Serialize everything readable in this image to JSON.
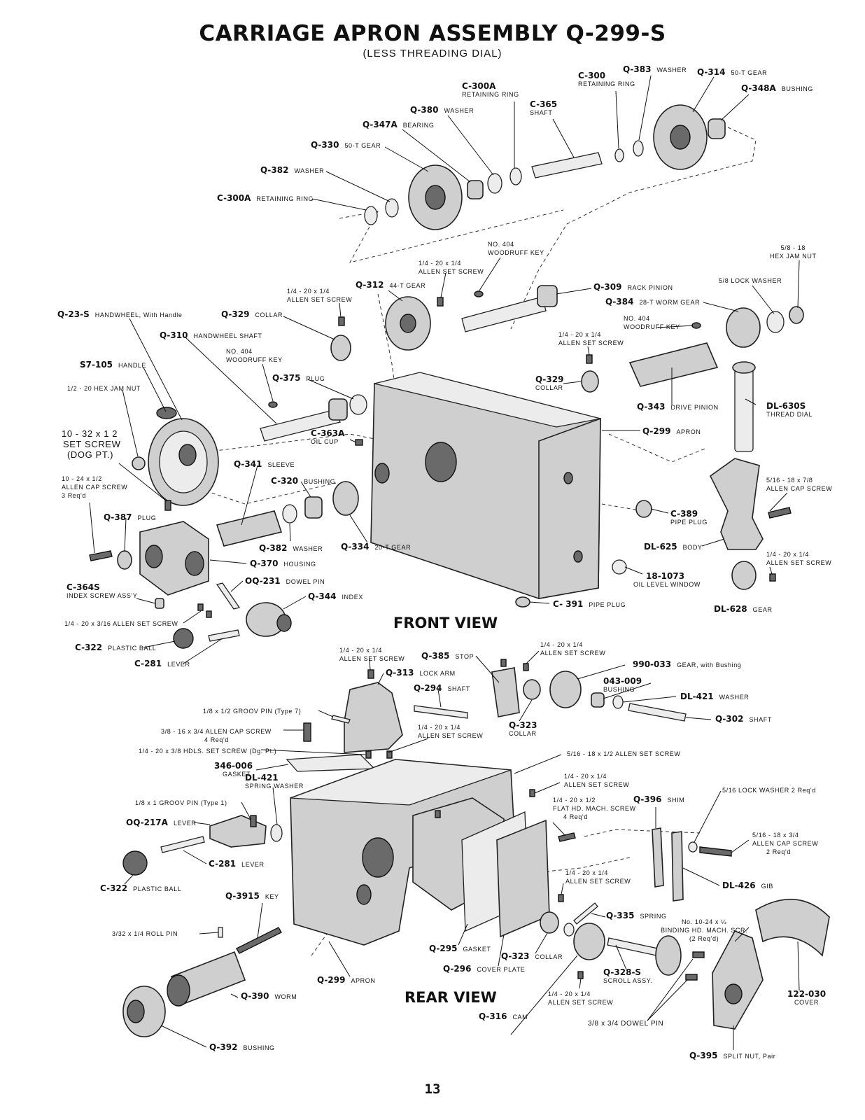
{
  "page": {
    "title": "CARRIAGE APRON ASSEMBLY Q-299-S",
    "subtitle": "(LESS THREADING DIAL)",
    "front_view_title": "FRONT VIEW",
    "rear_view_title": "REAR VIEW",
    "page_number": "13"
  },
  "front_labels": [
    {
      "code": "C-300A",
      "lines": [
        "RETAINING RING"
      ]
    },
    {
      "code": "C-300",
      "lines": [
        "RETAINING RING"
      ]
    },
    {
      "code": "Q-383",
      "desc": "WASHER"
    },
    {
      "code": "Q-314",
      "desc": "50-T GEAR"
    },
    {
      "code": "Q-348A",
      "desc": "BUSHING"
    },
    {
      "code": "C-365",
      "lines": [
        "SHAFT"
      ]
    },
    {
      "code": "Q-380",
      "desc": "WASHER"
    },
    {
      "code": "Q-347A",
      "desc": "BEARING"
    },
    {
      "code": "Q-330",
      "desc": "50-T GEAR"
    },
    {
      "code": "Q-382",
      "desc": "WASHER"
    },
    {
      "code": "C-300A",
      "desc": "RETAINING RING"
    },
    {
      "code": "",
      "lines": [
        "NO. 404",
        "WOODRUFF KEY"
      ]
    },
    {
      "code": "",
      "lines": [
        "5/8 - 18",
        "HEX JAM NUT"
      ]
    },
    {
      "code": "",
      "lines": [
        "1/4 - 20 x 1/4",
        "ALLEN SET SCREW"
      ]
    },
    {
      "code": "Q-312",
      "desc": "44-T GEAR"
    },
    {
      "code": "Q-309",
      "desc": "RACK PINION"
    },
    {
      "code": "",
      "lines": [
        "5/8  LOCK WASHER"
      ]
    },
    {
      "code": "",
      "lines": [
        "1/4 - 20 x 1/4",
        "ALLEN SET SCREW"
      ]
    },
    {
      "code": "Q-384",
      "desc": "28-T WORM GEAR"
    },
    {
      "code": "Q-23-S",
      "desc": "HANDWHEEL, With Handle"
    },
    {
      "code": "Q-329",
      "desc": "COLLAR"
    },
    {
      "code": "",
      "lines": [
        "NO. 404",
        "WOODRUFF KEY"
      ]
    },
    {
      "code": "Q-310",
      "desc": "HANDWHEEL SHAFT"
    },
    {
      "code": "",
      "lines": [
        "1/4 - 20 x 1/4",
        "ALLEN SET SCREW"
      ]
    },
    {
      "code": "",
      "lines": [
        "NO. 404",
        "WOODRUFF KEY"
      ]
    },
    {
      "code": "S7-105",
      "desc": "HANDLE"
    },
    {
      "code": "Q-329",
      "lines": [
        "COLLAR"
      ]
    },
    {
      "code": "Q-375",
      "desc": "PLUG"
    },
    {
      "code": "",
      "lines": [
        "1/2 - 20   HEX JAM NUT"
      ]
    },
    {
      "code": "Q-343",
      "desc": "DRIVE PINION"
    },
    {
      "code": "DL-630S",
      "lines": [
        "THREAD DIAL"
      ]
    },
    {
      "code": "",
      "big": [
        "10 - 32 x 1  2",
        "SET SCREW",
        "(DOG PT.)"
      ]
    },
    {
      "code": "C-363A",
      "lines": [
        "OIL CUP"
      ]
    },
    {
      "code": "Q-299",
      "desc": "APRON"
    },
    {
      "code": "",
      "lines": [
        "10 - 24 x 1/2",
        "ALLEN CAP SCREW",
        "3 Req'd"
      ]
    },
    {
      "code": "Q-341",
      "desc": "SLEEVE"
    },
    {
      "code": "C-320",
      "desc": "BUSHING"
    },
    {
      "code": "",
      "lines": [
        "5/16 - 18 x 7/8",
        "ALLEN CAP SCREW"
      ]
    },
    {
      "code": "C-389",
      "lines": [
        "PIPE PLUG"
      ]
    },
    {
      "code": "Q-387",
      "desc": "PLUG"
    },
    {
      "code": "Q-382",
      "desc": "WASHER"
    },
    {
      "code": "Q-334",
      "desc": "20-T GEAR"
    },
    {
      "code": "DL-625",
      "desc": "BODY"
    },
    {
      "code": "",
      "lines": [
        "1/4 - 20 x 1/4",
        "ALLEN SET SCREW"
      ]
    },
    {
      "code": "Q-370",
      "desc": "HOUSING"
    },
    {
      "code": "OQ-231",
      "desc": "DOWEL PIN"
    },
    {
      "code": "18-1073",
      "lines": [
        "OIL LEVEL WINDOW"
      ]
    },
    {
      "code": "C-364S",
      "lines": [
        "INDEX SCREW ASS'Y"
      ]
    },
    {
      "code": "Q-344",
      "desc": "INDEX"
    },
    {
      "code": "C- 391",
      "desc": "PIPE PLUG"
    },
    {
      "code": "DL-628",
      "desc": "GEAR"
    },
    {
      "code": "",
      "lines": [
        "1/4 - 20 x 3/16  ALLEN SET SCREW"
      ]
    },
    {
      "code": "C-322",
      "desc": "PLASTIC BALL"
    },
    {
      "code": "C-281",
      "desc": "LEVER"
    }
  ],
  "rear_labels": [
    {
      "code": "",
      "lines": [
        "1/4 - 20 x 1/4",
        "ALLEN SET SCREW"
      ]
    },
    {
      "code": "",
      "lines": [
        "1/4 - 20 x 1/4",
        "ALLEN SET SCREW"
      ]
    },
    {
      "code": "Q-385",
      "desc": "STOP"
    },
    {
      "code": "990-033",
      "desc": "GEAR, with Bushing"
    },
    {
      "code": "Q-313",
      "desc": "LOCK ARM"
    },
    {
      "code": "043-009",
      "lines": [
        "BUSHING"
      ]
    },
    {
      "code": "Q-294",
      "desc": "SHAFT"
    },
    {
      "code": "DL-421",
      "desc": "WASHER"
    },
    {
      "code": "",
      "lines": [
        "1/8 x 1/2   GROOV PIN (Type 7)"
      ]
    },
    {
      "code": "Q-302",
      "desc": "SHAFT"
    },
    {
      "code": "",
      "lines": [
        "1/4 - 20 x 1/4",
        "ALLEN SET SCREW"
      ]
    },
    {
      "code": "Q-323",
      "lines": [
        "COLLAR"
      ]
    },
    {
      "code": "",
      "lines": [
        "3/8 - 16 x 3/4  ALLEN CAP SCREW",
        "4 Req'd"
      ]
    },
    {
      "code": "",
      "lines": [
        "1/4 - 20 x 3/8  HDLS. SET SCREW (Dg. Pt.)"
      ]
    },
    {
      "code": "",
      "lines": [
        "5/16 - 18 x 1/2   ALLEN SET SCREW"
      ]
    },
    {
      "code": "346-006",
      "lines": [
        "GASKET"
      ]
    },
    {
      "code": "DL-421",
      "lines": [
        "SPRING WASHER"
      ]
    },
    {
      "code": "",
      "lines": [
        "1/4 - 20 x 1/4",
        "ALLEN SET SCREW"
      ]
    },
    {
      "code": "",
      "lines": [
        "1/4 - 20 x 1/2",
        "FLAT HD. MACH. SCREW",
        "4 Req'd"
      ]
    },
    {
      "code": "Q-396",
      "desc": "SHIM"
    },
    {
      "code": "",
      "lines": [
        "5/16   LOCK WASHER 2 Req'd"
      ]
    },
    {
      "code": "",
      "lines": [
        "1/8 x 1   GROOV PIN (Type 1)"
      ]
    },
    {
      "code": "OQ-217A",
      "desc": "LEVER"
    },
    {
      "code": "",
      "lines": [
        "5/16 - 18 x 3/4",
        "ALLEN CAP SCREW",
        "2 Req'd"
      ]
    },
    {
      "code": "C-281",
      "desc": "LEVER"
    },
    {
      "code": "",
      "lines": [
        "1/4 - 20 x 1/4",
        "ALLEN SET SCREW"
      ]
    },
    {
      "code": "DL-426",
      "desc": "GIB"
    },
    {
      "code": "C-322",
      "desc": "PLASTIC BALL"
    },
    {
      "code": "Q-3915",
      "desc": "KEY"
    },
    {
      "code": "Q-335",
      "desc": "SPRING"
    },
    {
      "code": "",
      "lines": [
        "No. 10-24 x ¼",
        "BINDING HD. MACH. SCR.",
        "(2 Req'd)"
      ]
    },
    {
      "code": "",
      "lines": [
        "3/32 x 1/4   ROLL PIN"
      ]
    },
    {
      "code": "Q-295",
      "desc": "GASKET"
    },
    {
      "code": "Q-323",
      "desc": "COLLAR"
    },
    {
      "code": "Q-296",
      "desc": "COVER PLATE"
    },
    {
      "code": "Q-328-S",
      "lines": [
        "SCROLL ASSY."
      ]
    },
    {
      "code": "Q-299",
      "desc": "APRON"
    },
    {
      "code": "Q-390",
      "desc": "WORM"
    },
    {
      "code": "122-030",
      "lines": [
        "COVER"
      ]
    },
    {
      "code": "Q-316",
      "desc": "CAM"
    },
    {
      "code": "",
      "lines": [
        "1/4 - 20 x 1/4",
        "ALLEN SET SCREW"
      ]
    },
    {
      "code": "",
      "lines": [
        "3/8 x 3/4 DOWEL  PIN"
      ]
    },
    {
      "code": "Q-392",
      "desc": "BUSHING"
    },
    {
      "code": "Q-395",
      "desc": "SPLIT NUT, Pair"
    }
  ]
}
